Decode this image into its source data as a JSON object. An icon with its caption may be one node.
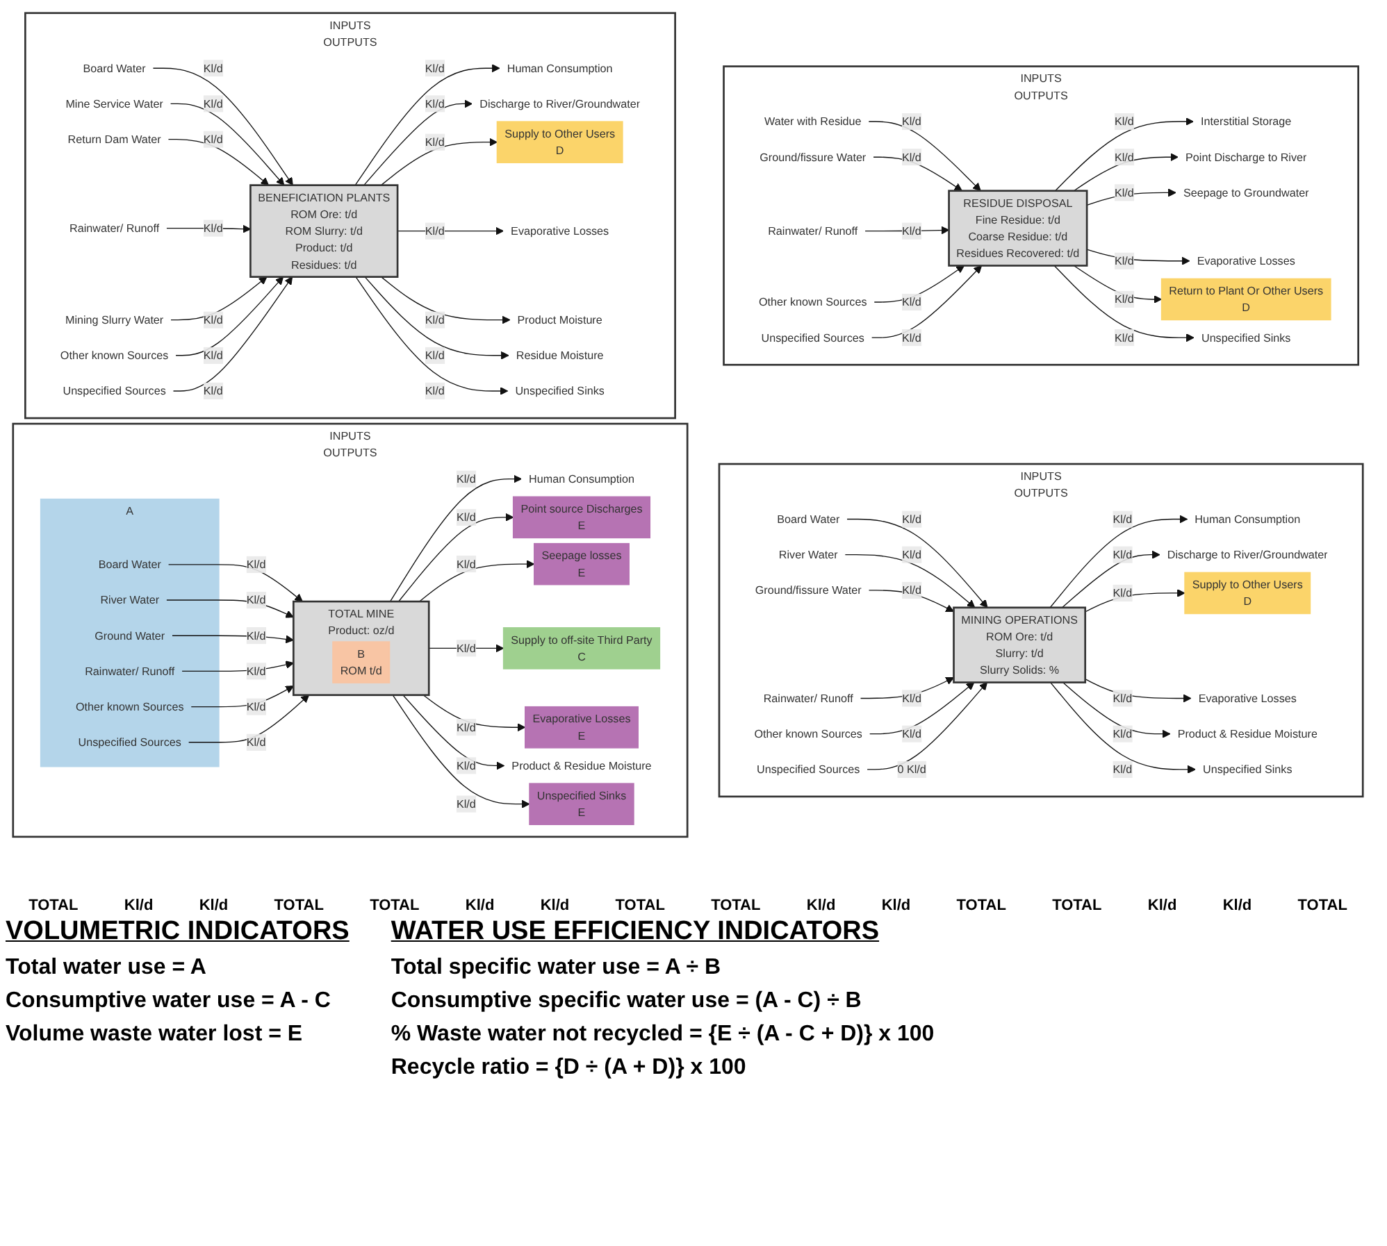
{
  "diagram": {
    "nodes": [
      {
        "text": [
          "INPUTS",
          "OUTPUTS"
        ]
      },
      {
        "text": [
          "A"
        ],
        "in": 0
      },
      {
        "text": [
          "Board Water"
        ],
        "in": 1
      },
      {
        "text": [
          "River Water"
        ],
        "in": 1
      },
      {
        "text": [
          "Ground Water"
        ],
        "in": 1
      },
      {
        "text": [
          "Rainwater/ Runoff"
        ],
        "in": 1
      },
      {
        "text": [
          "Other known Sources"
        ],
        "in": 1
      },
      {
        "text": [
          "Unspecified Sources"
        ],
        "in": 1
      },
      {
        "text": [
          "TOTAL MINE",
          "Product: oz/d"
        ],
        "in": 0
      },
      {
        "text": [
          "B",
          "ROM t/d"
        ],
        "in": 8
      },
      {
        "text": [
          "Human Consumption"
        ],
        "in": 0
      },
      {
        "text": [
          "Point source Discharges",
          "E"
        ],
        "in": 0
      },
      {
        "text": [
          "Seepage losses",
          "E"
        ],
        "in": 0
      },
      {
        "text": [
          "Supply to off-site Third Party",
          "C"
        ],
        "in": 0
      },
      {
        "text": [
          "Evaporative Losses",
          "E"
        ],
        "in": 0
      },
      {
        "text": [
          "Product & Residue Moisture"
        ],
        "in": 0
      },
      {
        "text": [
          "Unspecified Sinks",
          "E"
        ],
        "in": 0
      },
      {
        "text": [
          "INPUTS",
          "OUTPUTS"
        ]
      },
      {
        "text": [
          "Board Water"
        ],
        "in": 17
      },
      {
        "text": [
          "River Water"
        ],
        "in": 17
      },
      {
        "text": [
          "Ground/fissure Water"
        ],
        "in": 17
      },
      {
        "text": [
          "Rainwater/ Runoff"
        ],
        "in": 17
      },
      {
        "text": [
          "Other known Sources"
        ],
        "in": 17
      },
      {
        "text": [
          "Unspecified Sources"
        ],
        "in": 17
      },
      {
        "text": [
          "MINING OPERATIONS",
          "ROM Ore: t/d",
          "Slurry: t/d",
          "Slurry Solids: %"
        ],
        "in": 17
      },
      {
        "text": [
          "Human Consumption"
        ],
        "in": 17
      },
      {
        "text": [
          "Discharge to River/Groundwater"
        ],
        "in": 17
      },
      {
        "text": [
          "Supply to Other Users",
          "D"
        ],
        "in": 17
      },
      {
        "text": [
          "Evaporative Losses"
        ],
        "in": 17
      },
      {
        "text": [
          "Product & Residue Moisture"
        ],
        "in": 17
      },
      {
        "text": [
          "Unspecified Sinks"
        ],
        "in": 17
      },
      {
        "text": [
          "INPUTS",
          "OUTPUTS"
        ]
      },
      {
        "text": [
          "Board Water"
        ],
        "in": 31
      },
      {
        "text": [
          "Mine Service Water"
        ],
        "in": 31
      },
      {
        "text": [
          "Return Dam Water"
        ],
        "in": 31
      },
      {
        "text": [
          "Rainwater/ Runoff"
        ],
        "in": 31
      },
      {
        "text": [
          "Mining Slurry Water"
        ],
        "in": 31
      },
      {
        "text": [
          "Other known Sources"
        ],
        "in": 31
      },
      {
        "text": [
          "Unspecified Sources"
        ],
        "in": 31
      },
      {
        "text": [
          "BENEFICIATION PLANTS",
          "ROM Ore: t/d",
          "ROM Slurry: t/d",
          "Product: t/d",
          "Residues: t/d"
        ],
        "in": 31
      },
      {
        "text": [
          "Human Consumption"
        ],
        "in": 31
      },
      {
        "text": [
          "Discharge to River/Groundwater"
        ],
        "in": 31
      },
      {
        "text": [
          "Supply to Other Users",
          "D"
        ],
        "in": 31
      },
      {
        "text": [
          "Evaporative Losses"
        ],
        "in": 31
      },
      {
        "text": [
          "Product Moisture"
        ],
        "in": 31
      },
      {
        "text": [
          "Residue Moisture"
        ],
        "in": 31
      },
      {
        "text": [
          "Unspecified Sinks"
        ],
        "in": 31
      },
      {
        "text": [
          "INPUTS",
          "OUTPUTS"
        ]
      },
      {
        "text": [
          "Water with Residue"
        ],
        "in": 47
      },
      {
        "text": [
          "Ground/fissure Water"
        ],
        "in": 47
      },
      {
        "text": [
          "Rainwater/ Runoff"
        ],
        "in": 47
      },
      {
        "text": [
          "Other known Sources"
        ],
        "in": 47
      },
      {
        "text": [
          "Unspecified Sources"
        ],
        "in": 47
      },
      {
        "text": [
          "RESIDUE DISPOSAL",
          "Fine Residue: t/d",
          "Coarse Residue: t/d",
          "Residues Recovered: t/d"
        ],
        "in": 47
      },
      {
        "text": [
          "Interstitial Storage"
        ],
        "in": 47
      },
      {
        "text": [
          "Point Discharge to River"
        ],
        "in": 47
      },
      {
        "text": [
          "Seepage to Groundwater"
        ],
        "in": 47
      },
      {
        "text": [
          "Evaporative Losses"
        ],
        "in": 47
      },
      {
        "text": [
          "Return to Plant Or Other Users",
          "D"
        ],
        "in": 47
      },
      {
        "text": [
          "Unspecified Sinks"
        ],
        "in": 47
      }
    ],
    "edges": [
      {
        "from": 2,
        "to": 8,
        "arrow": "to",
        "label": "Kl/d"
      },
      {
        "from": 3,
        "to": 8,
        "arrow": "to",
        "label": "Kl/d"
      },
      {
        "from": 4,
        "to": 8,
        "arrow": "to",
        "label": "Kl/d"
      },
      {
        "from": 5,
        "to": 8,
        "arrow": "to",
        "label": "Kl/d"
      },
      {
        "from": 6,
        "to": 8,
        "arrow": "to",
        "label": "Kl/d"
      },
      {
        "from": 7,
        "to": 8,
        "arrow": "to",
        "label": "Kl/d"
      },
      {
        "from": 8,
        "to": 10,
        "arrow": "to",
        "label": "Kl/d"
      },
      {
        "from": 8,
        "to": 11,
        "arrow": "to",
        "label": "Kl/d"
      },
      {
        "from": 8,
        "to": 12,
        "arrow": "to",
        "label": "Kl/d"
      },
      {
        "from": 8,
        "to": 13,
        "arrow": "to",
        "label": "Kl/d"
      },
      {
        "from": 8,
        "to": 14,
        "arrow": "to",
        "label": "Kl/d"
      },
      {
        "from": 8,
        "to": 15,
        "arrow": "to",
        "label": "Kl/d"
      },
      {
        "from": 8,
        "to": 16,
        "arrow": "to",
        "label": "Kl/d"
      },
      {
        "from": 18,
        "to": 24,
        "arrow": "to",
        "label": "Kl/d"
      },
      {
        "from": 19,
        "to": 24,
        "arrow": "to",
        "label": "Kl/d"
      },
      {
        "from": 20,
        "to": 24,
        "arrow": "to",
        "label": "Kl/d"
      },
      {
        "from": 21,
        "to": 24,
        "arrow": "to",
        "label": "Kl/d"
      },
      {
        "from": 22,
        "to": 24,
        "arrow": "to",
        "label": "Kl/d"
      },
      {
        "from": 23,
        "to": 24,
        "arrow": "to",
        "label": "0 Kl/d"
      },
      {
        "from": 24,
        "to": 25,
        "arrow": "to",
        "label": "Kl/d"
      },
      {
        "from": 24,
        "to": 26,
        "arrow": "to",
        "label": "Kl/d"
      },
      {
        "from": 24,
        "to": 27,
        "arrow": "to",
        "label": "Kl/d"
      },
      {
        "from": 24,
        "to": 28,
        "arrow": "to",
        "label": "Kl/d"
      },
      {
        "from": 24,
        "to": 29,
        "arrow": "to",
        "label": "Kl/d"
      },
      {
        "from": 24,
        "to": 30,
        "arrow": "to",
        "label": "Kl/d"
      },
      {
        "from": 32,
        "to": 39,
        "arrow": "to",
        "label": "Kl/d"
      },
      {
        "from": 33,
        "to": 39,
        "arrow": "to",
        "label": "Kl/d"
      },
      {
        "from": 34,
        "to": 39,
        "arrow": "to",
        "label": "Kl/d"
      },
      {
        "from": 35,
        "to": 39,
        "arrow": "to",
        "label": "Kl/d"
      },
      {
        "from": 36,
        "to": 39,
        "arrow": "to",
        "label": "Kl/d"
      },
      {
        "from": 37,
        "to": 39,
        "arrow": "to",
        "label": "Kl/d"
      },
      {
        "from": 38,
        "to": 39,
        "arrow": "to",
        "label": "Kl/d"
      },
      {
        "from": 39,
        "to": 40,
        "arrow": "to",
        "label": "Kl/d"
      },
      {
        "from": 39,
        "to": 41,
        "arrow": "to",
        "label": "Kl/d"
      },
      {
        "from": 39,
        "to": 42,
        "arrow": "to",
        "label": "Kl/d"
      },
      {
        "from": 39,
        "to": 43,
        "arrow": "to",
        "label": "Kl/d"
      },
      {
        "from": 39,
        "to": 44,
        "arrow": "to",
        "label": "Kl/d"
      },
      {
        "from": 39,
        "to": 45,
        "arrow": "to",
        "label": "Kl/d"
      },
      {
        "from": 39,
        "to": 46,
        "arrow": "to",
        "label": "Kl/d"
      },
      {
        "from": 48,
        "to": 53,
        "arrow": "to",
        "label": "Kl/d"
      },
      {
        "from": 49,
        "to": 53,
        "arrow": "to",
        "label": "Kl/d"
      },
      {
        "from": 50,
        "to": 53,
        "arrow": "to",
        "label": "Kl/d"
      },
      {
        "from": 51,
        "to": 53,
        "arrow": "to",
        "label": "Kl/d"
      },
      {
        "from": 52,
        "to": 53,
        "arrow": "to",
        "label": "Kl/d"
      },
      {
        "from": 53,
        "to": 54,
        "arrow": "to",
        "label": "Kl/d"
      },
      {
        "from": 53,
        "to": 55,
        "arrow": "to",
        "label": "Kl/d"
      },
      {
        "from": 53,
        "to": 56,
        "arrow": "to",
        "label": "Kl/d"
      },
      {
        "from": 53,
        "to": 57,
        "arrow": "to",
        "label": "Kl/d"
      },
      {
        "from": 53,
        "to": 58,
        "arrow": "to",
        "label": "Kl/d"
      },
      {
        "from": 53,
        "to": 59,
        "arrow": "to",
        "label": "Kl/d"
      }
    ],
    "labels": [
      "TOTAL",
      "Kl/d",
      "Kl/d",
      "TOTAL",
      "TOTAL",
      "Kl/d",
      "Kl/d",
      "TOTAL",
      "TOTAL",
      "Kl/d",
      "Kl/d",
      "TOTAL",
      "TOTAL",
      "Kl/d",
      "Kl/d",
      "TOTAL",
      "VOLUMETRIC INDICATORS",
      "Total water use = A",
      "Consumptive water use = A - C",
      "Volume waste water lost = E",
      "WATER USE EFFICIENCY INDICATORS",
      "Total specific water use = A ÷ B",
      "Consumptive specific water use = (A - C) ÷ B",
      "% Waste water not recycled = {E ÷ (A - C + D)} x 100",
      "Recycle ratio = {D ÷ (A + D)} x 100"
    ]
  }
}
